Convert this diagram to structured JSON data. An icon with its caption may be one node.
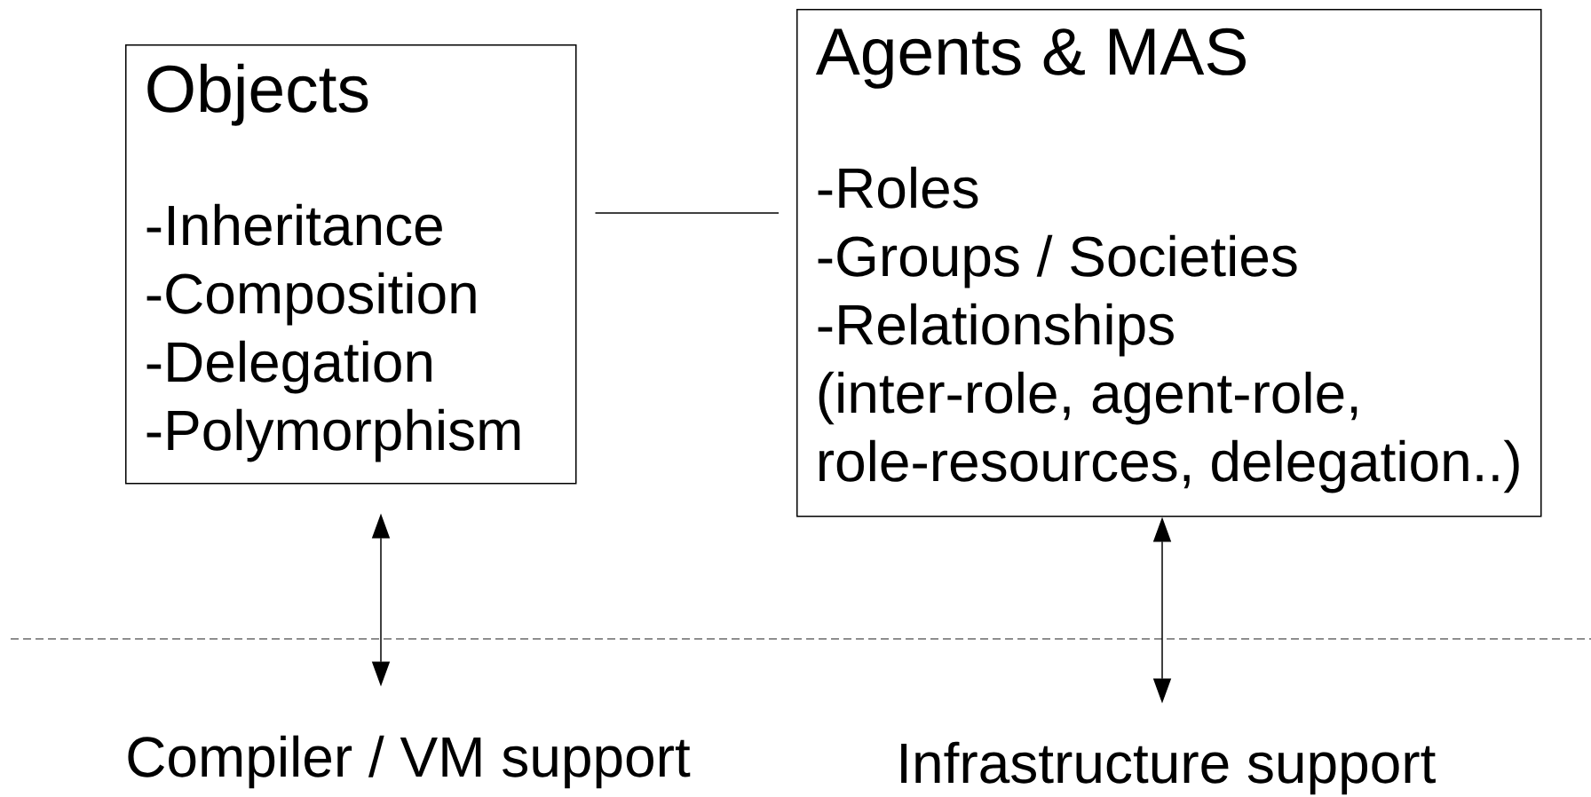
{
  "diagram": {
    "nodes": [
      {
        "text": [
          "Objects",
          "-Inheritance",
          "-Composition",
          "-Delegation",
          "-Polymorphism"
        ]
      },
      {
        "text": [
          "Agents & MAS",
          "-Roles",
          "-Groups / Societies",
          "-Relationships",
          "(inter-role, agent-role, role-resources, delegation..)"
        ]
      },
      {
        "text": [
          "Compiler / VM support"
        ]
      },
      {
        "text": [
          "Infrastructure support"
        ]
      }
    ],
    "edges": [
      {
        "from": 0,
        "to": 1,
        "arrow": "none"
      },
      {
        "from": 0,
        "to": 2,
        "arrow": "both"
      },
      {
        "from": 1,
        "to": 3,
        "arrow": "both"
      }
    ]
  }
}
